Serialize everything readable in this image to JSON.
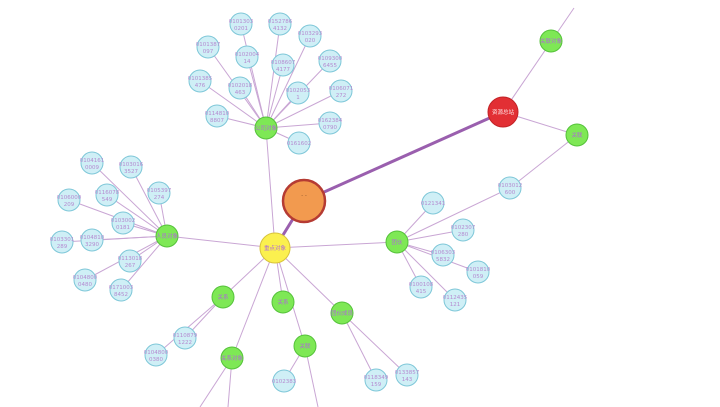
{
  "graph": {
    "center_label": "重点对象",
    "star_label": "资源总站",
    "focus_label": "· ·",
    "hub_labels": {
      "top": "公司对象",
      "left": "人员对象",
      "right": "团伙",
      "b1": "关系",
      "b2": "关系",
      "b3": "团伙成员",
      "b4": "关联",
      "b5": "关系对象",
      "edge_r": "关联",
      "edge_tr": "关联对象"
    },
    "leaf_labels": {
      "t1": [
        "0101303",
        "0201"
      ],
      "t2": [
        "0152786",
        "4132"
      ],
      "t3": [
        "0103293",
        "020"
      ],
      "t4": [
        "0101387",
        "097"
      ],
      "t5": [
        "0102004",
        "14"
      ],
      "t6": [
        "0108607",
        "4177"
      ],
      "t7": [
        "0109300",
        "6455"
      ],
      "t8": [
        "0101385",
        "476"
      ],
      "t9": [
        "0102018",
        "463"
      ],
      "t10": [
        "0102053",
        "1"
      ],
      "t11": [
        "0106071",
        "272"
      ],
      "t12": [
        "0114810",
        "8807"
      ],
      "t13": [
        "0162384",
        "0790"
      ],
      "t14": [
        "0161602",
        ""
      ],
      "l1": [
        "0104161",
        "0009"
      ],
      "l2": [
        "0103016",
        "3527"
      ],
      "l3": [
        "0106000",
        "209"
      ],
      "l4": [
        "0116078",
        "549"
      ],
      "l5": [
        "0105397",
        "274"
      ],
      "l6": [
        "0103002",
        "0181"
      ],
      "l7": [
        "0103301",
        "289"
      ],
      "l8": [
        "0104810",
        "3290"
      ],
      "l9": [
        "0113018",
        "267"
      ],
      "l10": [
        "0104800",
        "0480"
      ],
      "l11": [
        "0171003",
        "8452"
      ],
      "r1": [
        "0121341",
        ""
      ],
      "r2": [
        "0102307",
        "280"
      ],
      "r3": [
        "0106303",
        "5832"
      ],
      "r4": [
        "0101810",
        "059"
      ],
      "r5": [
        "0100108",
        "415"
      ],
      "r6": [
        "0112435",
        "121"
      ],
      "r7": [
        "0103012",
        "600"
      ],
      "b1": [
        "0110879",
        "1222"
      ],
      "b2": [
        "0104800",
        "0380"
      ],
      "b3": [
        "0102383",
        ""
      ],
      "b4": [
        "0118349",
        "159"
      ],
      "b5": [
        "0133857",
        "143"
      ]
    }
  }
}
